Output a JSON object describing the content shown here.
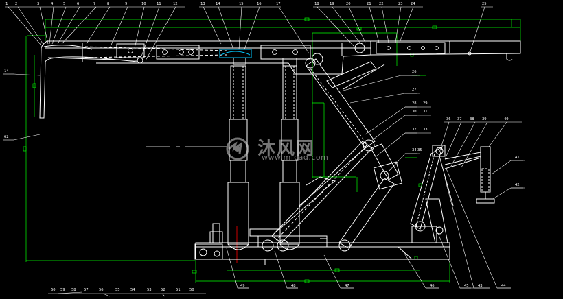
{
  "drawing": {
    "colors": {
      "background": "#000000",
      "outline": "#ffffff",
      "dimension": "#00ff00",
      "highlight": "#00c8ff",
      "center_mark": "#ff0000"
    },
    "callouts_top": [
      "1",
      "2",
      "3",
      "4",
      "5",
      "6",
      "7",
      "8",
      "9",
      "10",
      "11",
      "12",
      "13",
      "14",
      "15",
      "16",
      "17",
      "18",
      "19",
      "20",
      "21",
      "22",
      "23",
      "24",
      "25"
    ],
    "callouts_right_upper": [
      "26",
      "27",
      "28",
      "29",
      "30",
      "31",
      "32",
      "33",
      "34",
      "35"
    ],
    "callouts_right_lower": [
      "36",
      "37",
      "38",
      "39",
      "40",
      "41",
      "42"
    ],
    "callouts_bottom_right": [
      "43",
      "44",
      "45",
      "46",
      "47",
      "48",
      "49"
    ],
    "callouts_bottom_left": [
      "60",
      "59",
      "58",
      "57",
      "56",
      "55",
      "54",
      "53",
      "52",
      "51",
      "50"
    ],
    "callouts_left": [
      "14",
      "62"
    ]
  },
  "watermark": {
    "brand_cn": "沐风网",
    "url": "www.mfcad.com",
    "logo_icon": "mfcad-logo-icon"
  }
}
